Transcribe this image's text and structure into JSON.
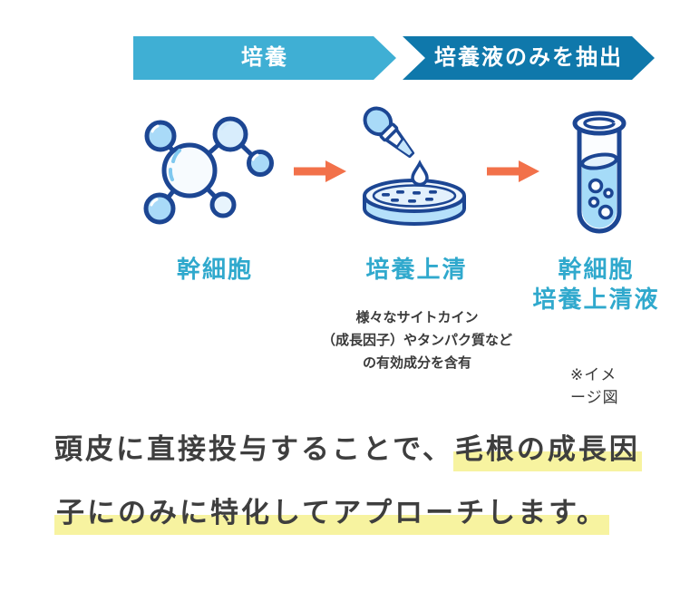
{
  "colors": {
    "step1_blue": "#3FAFD4",
    "step2_blue": "#0F78AB",
    "label_teal": "#30A9CD",
    "arrow_orange": "#F2714A",
    "icon_outline_navy": "#1C4693",
    "icon_fill_blue": "#A9DAF8",
    "highlight_yellow": "#F7F3A0",
    "body_text_gray": "#3E3E3E",
    "card_background": "#FFFFFF"
  },
  "process_banner": {
    "steps": [
      {
        "label": "培養"
      },
      {
        "label": "培養液のみを抽出"
      }
    ]
  },
  "diagram": {
    "items": [
      {
        "name": "stem-cell",
        "label": "幹細胞"
      },
      {
        "name": "culture-supernatant",
        "label": "培養上清",
        "caption": [
          "様々なサイトカイン",
          "（成長因子）やタンパク質など",
          "の有効成分を含有"
        ]
      },
      {
        "name": "stem-cell-culture-supernatant-fluid",
        "label_line1": "幹細胞",
        "label_line2": "培養上清液"
      }
    ],
    "note": "※イメージ図"
  },
  "description": {
    "line1_normal": "頭皮に直接投与することで、",
    "line1_highlight": "毛根の成長因",
    "line2_highlight": "子にのみに特化してアプローチします。"
  }
}
